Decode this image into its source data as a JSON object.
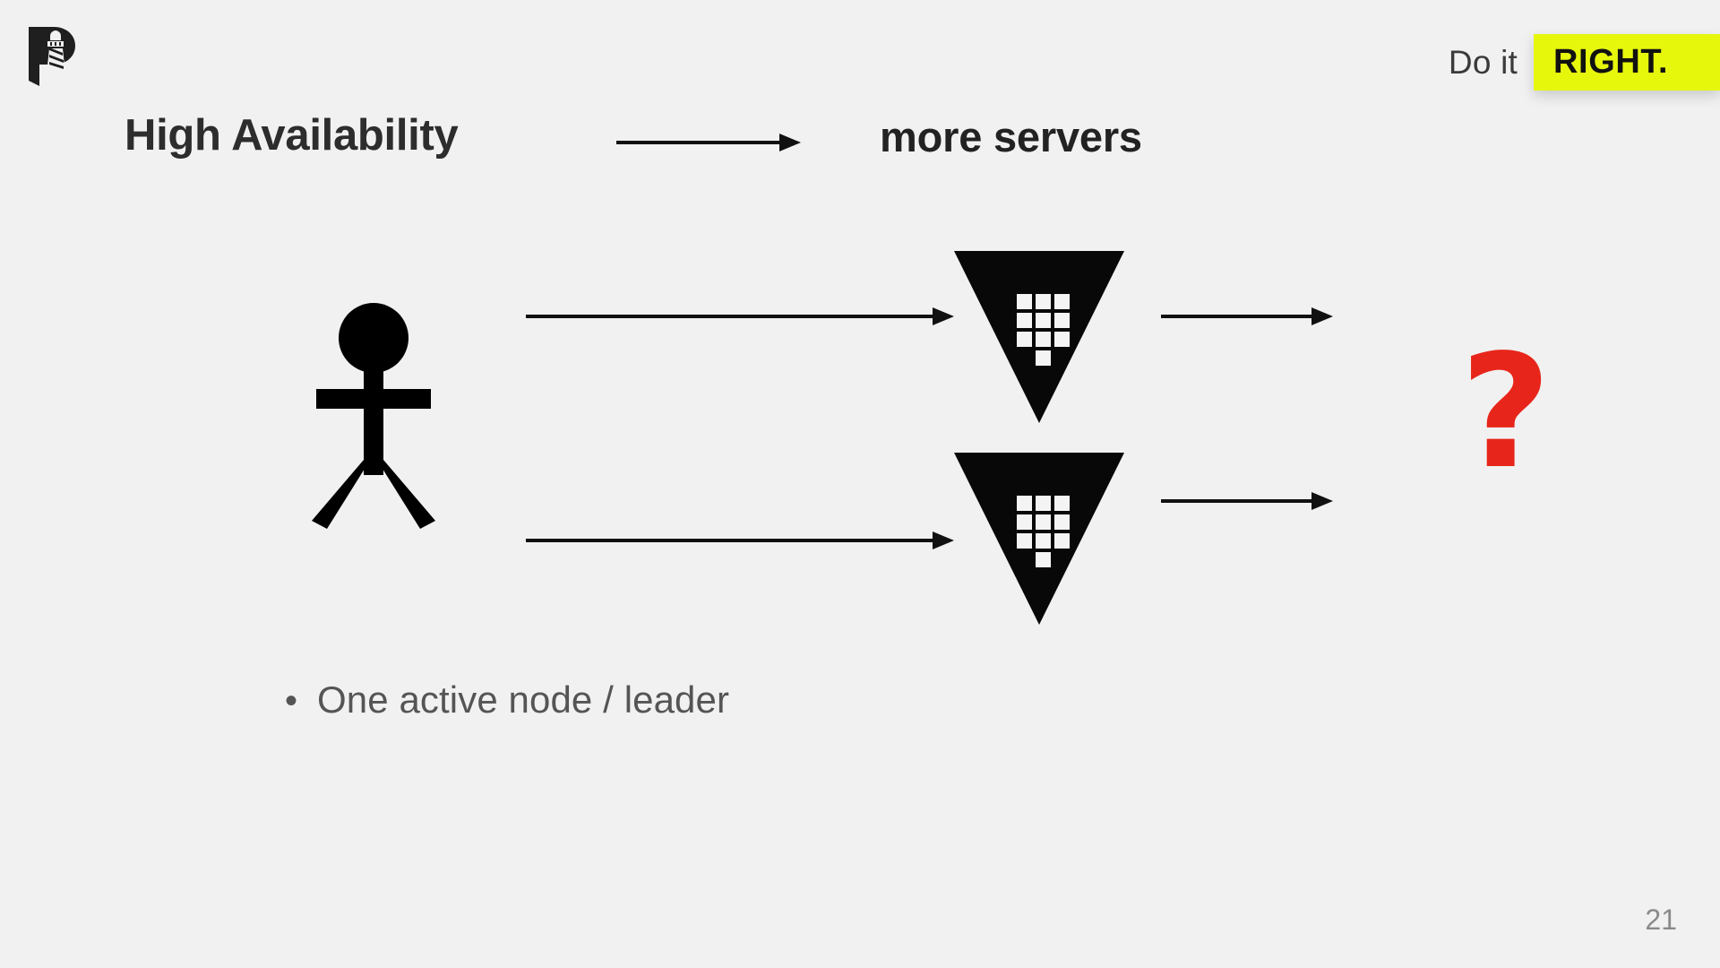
{
  "slide": {
    "background_color": "#f1f1f1",
    "page_number": "21"
  },
  "logo": {
    "name": "lighthouse-p-logo",
    "color": "#1f1f1f"
  },
  "header": {
    "tagline_lead": "Do it",
    "tagline_badge": "RIGHT.",
    "badge_color": "#e6f70c",
    "badge_text_color": "#111111"
  },
  "title_row": {
    "title": "High Availability",
    "arrow_icon": "right-arrow-icon",
    "subtitle": "more servers"
  },
  "diagram": {
    "client": {
      "icon": "stick-figure-icon",
      "color": "#000000"
    },
    "arrows": {
      "client_to_node_1": "right-arrow-icon",
      "client_to_node_2": "right-arrow-icon",
      "node_1_to_result": "right-arrow-icon",
      "node_2_to_result": "right-arrow-icon"
    },
    "nodes": [
      {
        "icon": "server-triangle-icon",
        "color": "#0a0a0a"
      },
      {
        "icon": "server-triangle-icon",
        "color": "#0a0a0a"
      }
    ],
    "result": {
      "icon": "question-mark",
      "glyph": "?",
      "color": "#e8251a"
    }
  },
  "bullets": [
    {
      "marker": "•",
      "text": "One active node / leader"
    }
  ]
}
